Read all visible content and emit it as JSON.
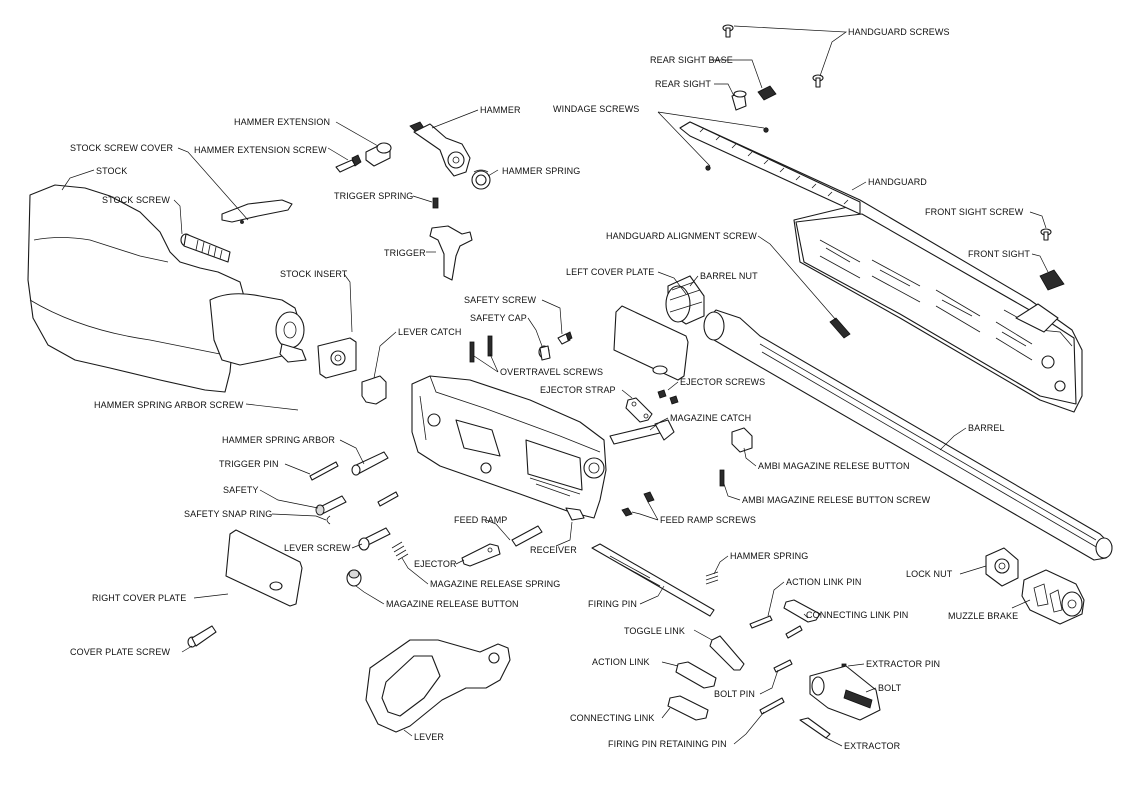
{
  "labels": {
    "handguard_screws": "HANDGUARD SCREWS",
    "rear_sight_base": "REAR SIGHT BASE",
    "rear_sight": "REAR SIGHT",
    "windage_screws": "WINDAGE SCREWS",
    "hammer": "HAMMER",
    "hammer_extension": "HAMMER EXTENSION",
    "stock_screw_cover": "STOCK SCREW COVER",
    "hammer_extension_screw": "HAMMER EXTENSION SCREW",
    "hammer_spring_top": "HAMMER SPRING",
    "stock": "STOCK",
    "trigger_spring": "TRIGGER SPRING",
    "handguard": "HANDGUARD",
    "stock_screw": "STOCK SCREW",
    "front_sight_screw": "FRONT SIGHT SCREW",
    "handguard_alignment_screw": "HANDGUARD ALIGNMENT SCREW",
    "trigger": "TRIGGER",
    "front_sight": "FRONT SIGHT",
    "stock_insert": "STOCK INSERT",
    "left_cover_plate": "LEFT COVER PLATE",
    "barrel_nut": "BARREL NUT",
    "safety_screw": "SAFETY SCREW",
    "safety_cap": "SAFETY CAP",
    "lever_catch": "LEVER CATCH",
    "overtravel_screws": "OVERTRAVEL SCREWS",
    "ejector_screws": "EJECTOR SCREWS",
    "ejector_strap": "EJECTOR STRAP",
    "hammer_spring_arbor_screw": "HAMMER SPRING ARBOR SCREW",
    "magazine_catch": "MAGAZINE CATCH",
    "barrel": "BARREL",
    "hammer_spring_arbor": "HAMMER SPRING ARBOR",
    "ambi_release_button": "AMBI MAGAZINE RELESE BUTTON",
    "trigger_pin": "TRIGGER PIN",
    "safety": "SAFETY",
    "ambi_release_button_screw": "AMBI MAGAZINE RELESE BUTTON SCREW",
    "safety_snap_ring": "SAFETY SNAP RING",
    "feed_ramp_screws": "FEED RAMP SCREWS",
    "feed_ramp": "FEED RAMP",
    "lever_screw": "LEVER SCREW",
    "receiver": "RECEIVER",
    "hammer_spring_lower": "HAMMER SPRING",
    "ejector": "EJECTOR",
    "lock_nut": "LOCK NUT",
    "magazine_release_spring": "MAGAZINE RELEASE SPRING",
    "action_link_pin": "ACTION LINK PIN",
    "right_cover_plate": "RIGHT COVER PLATE",
    "muzzle_brake": "MUZZLE BRAKE",
    "firing_pin": "FIRING PIN",
    "magazine_release_button": "MAGAZINE RELEASE BUTTON",
    "connecting_link_pin": "CONNECTING LINK PIN",
    "toggle_link": "TOGGLE LINK",
    "cover_plate_screw": "COVER PLATE SCREW",
    "action_link": "ACTION LINK",
    "extractor_pin": "EXTRACTOR PIN",
    "bolt": "BOLT",
    "bolt_pin": "BOLT PIN",
    "connecting_link": "CONNECTING LINK",
    "lever": "LEVER",
    "firing_pin_retaining_pin": "FIRING PIN RETAINING PIN",
    "extractor": "EXTRACTOR"
  }
}
